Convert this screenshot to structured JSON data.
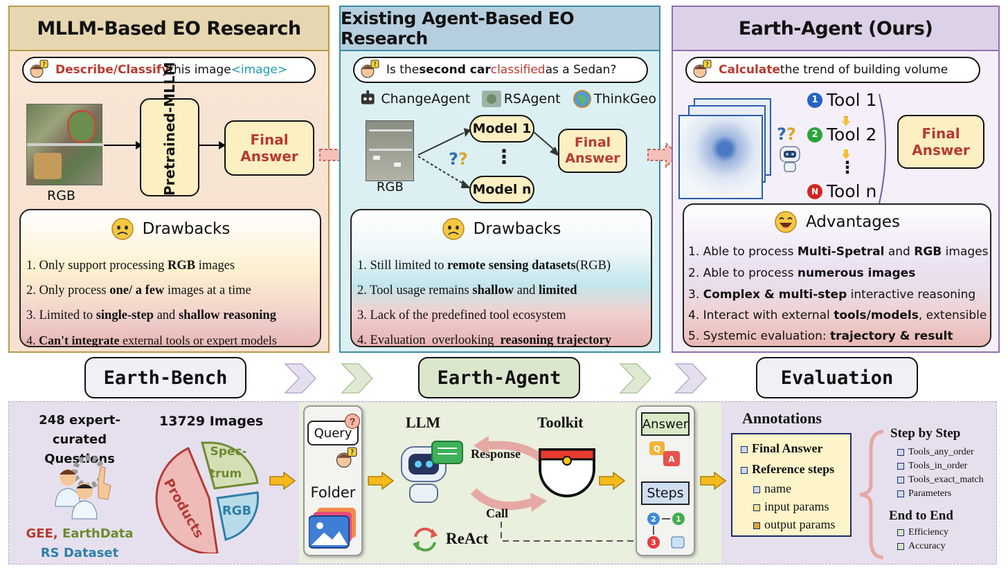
{
  "panel1": {
    "title": "MLLM-Based EO Research",
    "query_action": "Describe/Classify",
    "query_rest": " this image",
    "query_token": "<image>",
    "rgb_label": "RGB",
    "model_label": "Pretrained-MLLM",
    "answer_label": "Final Answer",
    "drawbacks_title": "Drawbacks",
    "items": [
      {
        "num": "1. ",
        "pre": "Only support processing ",
        "b1": "RGB",
        "mid": " images",
        "b2": "",
        "post": ""
      },
      {
        "num": "2. ",
        "pre": "Only process ",
        "b1": "one/ a few",
        "mid": " images at a time",
        "b2": "",
        "post": ""
      },
      {
        "num": "3. ",
        "pre": "Limited to ",
        "b1": "single-step",
        "mid": " and ",
        "b2": "shallow reasoning",
        "post": ""
      },
      {
        "num": "4. ",
        "pre": "",
        "b1": "Can't integrate",
        "mid": " external tools or expert models",
        "b2": "",
        "post": ""
      }
    ]
  },
  "panel2": {
    "title": "Existing Agent-Based EO Research",
    "query_pre": "Is the ",
    "query_bold": "second car",
    "query_mid": " ",
    "query_red": "classified",
    "query_post": " as a Sedan?",
    "agents": [
      "ChangeAgent",
      "RSAgent",
      "ThinkGeo"
    ],
    "rgb_label": "RGB",
    "model1": "Model 1",
    "model_n": "Model n",
    "dots": "⋮",
    "answer_label": "Final Answer",
    "drawbacks_title": "Drawbacks",
    "items": [
      {
        "num": "1. ",
        "pre": "Still limited to ",
        "b1": "remote sensing datasets",
        "mid": "(RGB)",
        "b2": "",
        "post": ""
      },
      {
        "num": "2. ",
        "pre": "Tool usage remains ",
        "b1": "shallow",
        "mid": " and ",
        "b2": "limited",
        "post": ""
      },
      {
        "num": "3. ",
        "pre": "Lack of the predefined tool ecosystem",
        "b1": "",
        "mid": "",
        "b2": "",
        "post": ""
      },
      {
        "num": "4. ",
        "pre": "Evaluation  overlooking  ",
        "b1": "reasoning trajectory",
        "mid": "",
        "b2": "",
        "post": ""
      }
    ]
  },
  "panel3": {
    "title": "Earth-Agent (Ours)",
    "query_action": "Calculate",
    "query_rest": " the trend of building volume",
    "tools": [
      "Tool 1",
      "Tool 2",
      "Tool n"
    ],
    "tool_badges": [
      "1",
      "2",
      "N"
    ],
    "dots": "⋮",
    "answer_label": "Final Answer",
    "advantages_title": "Advantages",
    "items": [
      {
        "num": "1. ",
        "pre": "Able to process ",
        "b1": "Multi-Spetral",
        "mid": " and ",
        "b2": "RGB",
        "post": " images"
      },
      {
        "num": "2. ",
        "pre": "Able to process ",
        "b1": "numerous images",
        "mid": "",
        "b2": "",
        "post": ""
      },
      {
        "num": "3. ",
        "pre": "",
        "b1": "Complex & multi-step",
        "mid": " interactive reasoning",
        "b2": "",
        "post": ""
      },
      {
        "num": "4. ",
        "pre": "Interact with external ",
        "b1": "tools/models",
        "mid": ", extensible",
        "b2": "",
        "post": ""
      },
      {
        "num": "5. ",
        "pre": "Systemic evaluation: ",
        "b1": "trajectory & result",
        "mid": "",
        "b2": "",
        "post": ""
      }
    ]
  },
  "stages": [
    "Earth-Bench",
    "Earth-Agent",
    "Evaluation"
  ],
  "bench": {
    "questions_count": "248 expert-curated",
    "questions_label": "Questions",
    "images_label": "13729 Images",
    "pie": [
      "Products",
      "Spec-",
      "trum",
      "RGB"
    ],
    "src1": "GEE,",
    "src2": " EarthData",
    "src3": "RS Dataset"
  },
  "agent": {
    "query": "Query",
    "folder": "Folder",
    "llm": "LLM",
    "toolkit": "Toolkit",
    "response": "Response",
    "call": "Call",
    "react": "ReAct",
    "answer": "Answer",
    "steps": "Steps"
  },
  "annotations": {
    "title": "Annotations",
    "final": "Final Answer",
    "ref": "Reference steps",
    "subs": [
      "name",
      "input params",
      "output params"
    ],
    "sbs_title": "Step by Step",
    "sbs": [
      "Tools_any_order",
      "Tools_in_order",
      "Tools_exact_match",
      "Parameters"
    ],
    "e2e_title": "End to End",
    "e2e": [
      "Efficiency",
      "Accuracy"
    ]
  },
  "colors": {
    "panel1_border": "#b89a4a",
    "panel2_border": "#3d8aa3",
    "panel3_border": "#8f6fb0",
    "answer_red": "#b83a2e",
    "check_blue": "#1d2a6d"
  }
}
